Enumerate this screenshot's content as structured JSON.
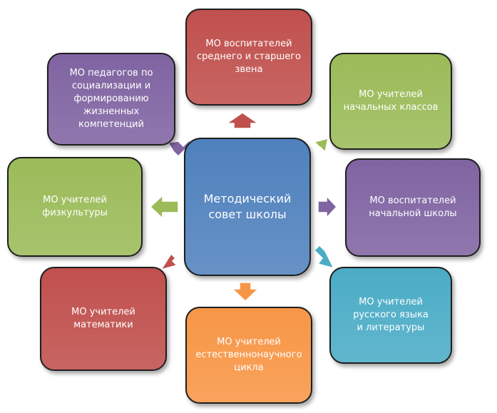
{
  "diagram": {
    "center": {
      "label": "Методический\nсовет школы",
      "color": "#4f81bd"
    },
    "nodes": [
      {
        "id": "top",
        "label": "МО воспитателей\nсреднего и старшего\nзвена",
        "color": "#c0504d"
      },
      {
        "id": "top-left",
        "label": "МО педагогов по\nсоциализации и\nформированию\nжизненных\nкомпетенций",
        "color": "#8064a2"
      },
      {
        "id": "top-right",
        "label": "МО учителей\nначальных классов",
        "color": "#9bbb59"
      },
      {
        "id": "left",
        "label": "МО учителей\nфизкультуры",
        "color": "#9bbb59"
      },
      {
        "id": "right",
        "label": "МО воспитателей\nначальной школы",
        "color": "#8064a2"
      },
      {
        "id": "bottom-left",
        "label": "МО учителей\nматематики",
        "color": "#c0504d"
      },
      {
        "id": "bottom",
        "label": "МО учителей\nестественнонаучного\nцикла",
        "color": "#f79646"
      },
      {
        "id": "bottom-right",
        "label": "МО учителей\nрусского языка\nи литературы",
        "color": "#4bacc6"
      }
    ]
  }
}
